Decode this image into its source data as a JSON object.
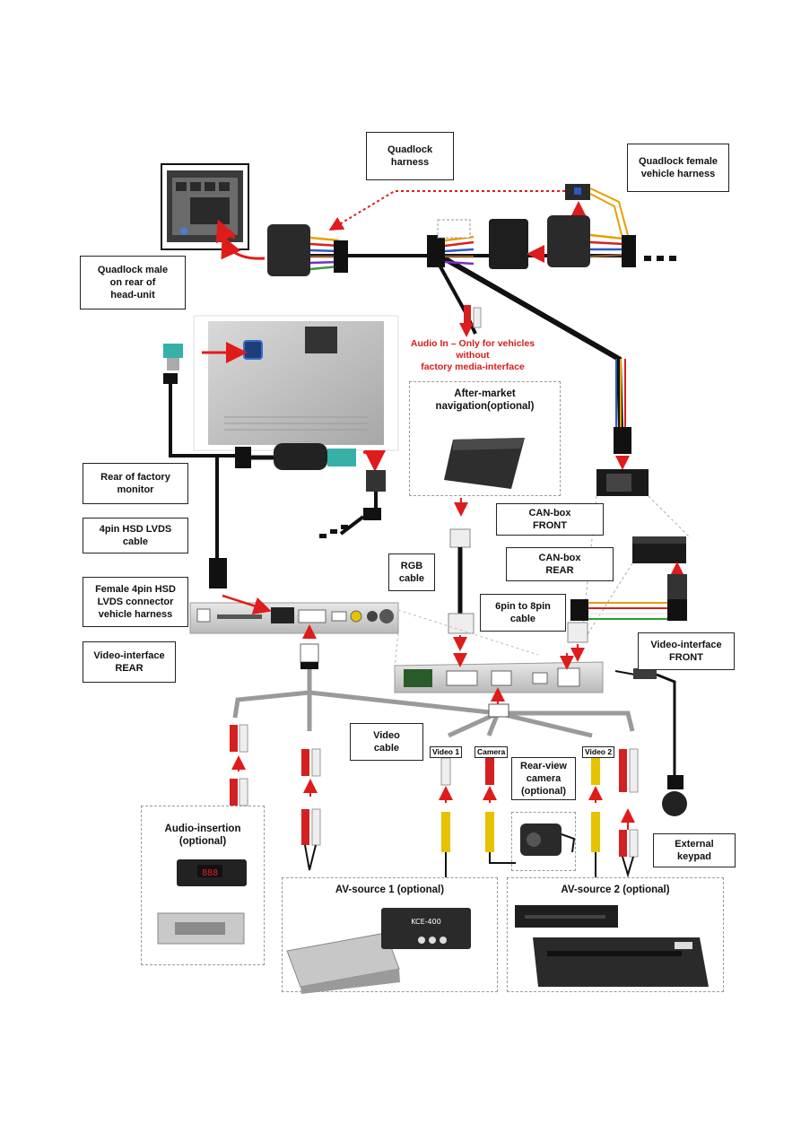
{
  "labels": {
    "quadlock_harness": "Quadlock\nharness",
    "quadlock_female": "Quadlock female\nvehicle harness",
    "quadlock_male": "Quadlock male\non rear of\nhead-unit",
    "audio_in": "Audio In – Only for vehicles\nwithout\nfactory media-interface",
    "after_market": "After-market\nnavigation(optional)",
    "rear_factory_monitor": "Rear of factory\nmonitor",
    "hsd_cable": "4pin HSD LVDS\ncable",
    "female_hsd": "Female 4pin HSD\nLVDS connector\nvehicle harness",
    "video_interface_rear": "Video-interface\nREAR",
    "rgb_cable": "RGB\ncable",
    "can_front": "CAN-box\nFRONT",
    "can_rear": "CAN-box\nREAR",
    "pin_cable": "6pin to 8pin\ncable",
    "video_interface_front": "Video-interface\nFRONT",
    "video_cable": "Video\ncable",
    "rear_view_camera": "Rear-view\ncamera\n(optional)",
    "external_keypad": "External\nkeypad",
    "audio_insertion": "Audio-insertion\n(optional)",
    "av_source_1": "AV-source 1 (optional)",
    "av_source_2": "AV-source 2 (optional)",
    "tag_video1": "Video 1",
    "tag_camera": "Camera",
    "tag_video2": "Video 2",
    "device_text": "KCE-400",
    "display_digits": "888"
  },
  "colors": {
    "cable": "#111111",
    "arrow": "#e01b1b",
    "grey_cable": "#9a9a9a",
    "rca_red": "#d42020",
    "rca_white": "#eeeeee",
    "rca_yellow": "#e6c200"
  }
}
